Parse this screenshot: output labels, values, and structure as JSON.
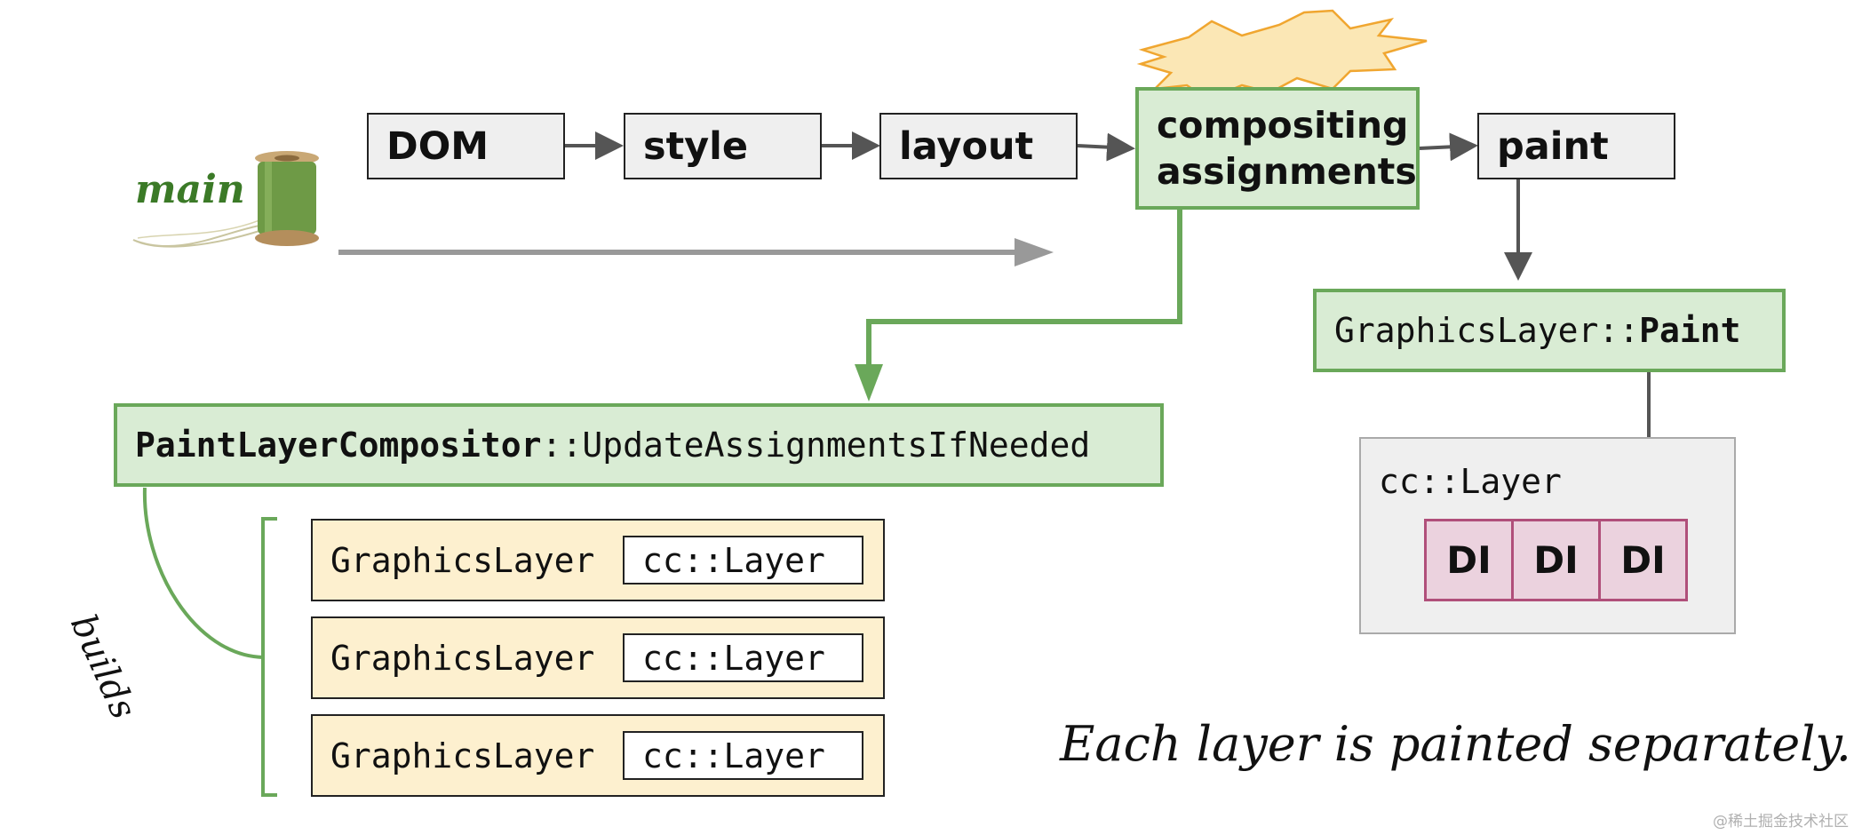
{
  "thread": {
    "label": "main",
    "icon": "thread-spool-icon"
  },
  "pipeline": [
    {
      "id": "dom",
      "label": "DOM"
    },
    {
      "id": "style",
      "label": "style"
    },
    {
      "id": "layout",
      "label": "layout"
    },
    {
      "id": "compositing",
      "label_line1": "compositing",
      "label_line2": "assignments"
    },
    {
      "id": "paint",
      "label": "paint"
    }
  ],
  "highlight": {
    "icon": "starburst-icon",
    "color": "#fbe7b5"
  },
  "compositor": {
    "bold": "PaintLayerCompositor",
    "rest": "::UpdateAssignmentsIfNeeded"
  },
  "builds_label": "builds",
  "graphics_layers": [
    {
      "name": "GraphicsLayer",
      "inner": "cc::Layer"
    },
    {
      "name": "GraphicsLayer",
      "inner": "cc::Layer"
    },
    {
      "name": "GraphicsLayer",
      "inner": "cc::Layer"
    }
  ],
  "paint_fn": {
    "prefix": "GraphicsLayer::",
    "bold": "Paint"
  },
  "cc_layer": {
    "label": "cc::Layer",
    "items": [
      "DI",
      "DI",
      "DI"
    ]
  },
  "caption": "Each layer is painted separately.",
  "watermark": "@稀土掘金技术社区",
  "colors": {
    "green_fill": "#d9ecd4",
    "green_border": "#6aa85a",
    "yellow_fill": "#fdf0cf",
    "pink_fill": "#ebd2de",
    "pink_border": "#b04f7a",
    "main_label": "#3b7a27"
  }
}
